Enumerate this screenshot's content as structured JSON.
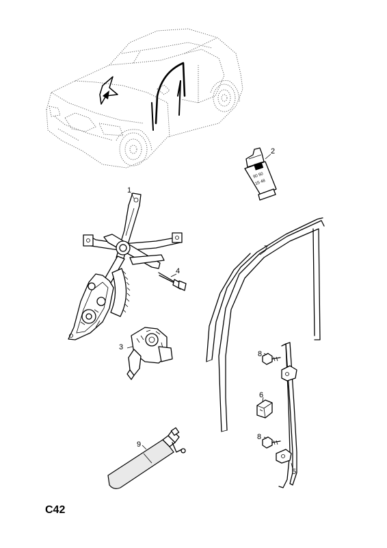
{
  "page_code": "C42",
  "tube_label_lines": [
    "90 50",
    "15 48"
  ],
  "callouts": [
    {
      "id": "part-1",
      "number": "1"
    },
    {
      "id": "part-2",
      "number": "2"
    },
    {
      "id": "part-3",
      "number": "3"
    },
    {
      "id": "part-4",
      "number": "4"
    },
    {
      "id": "part-5",
      "number": "5"
    },
    {
      "id": "part-6",
      "number": "6"
    },
    {
      "id": "part-7",
      "number": "7"
    },
    {
      "id": "part-8a",
      "number": "8"
    },
    {
      "id": "part-8b",
      "number": "8"
    },
    {
      "id": "part-9",
      "number": "9"
    }
  ]
}
